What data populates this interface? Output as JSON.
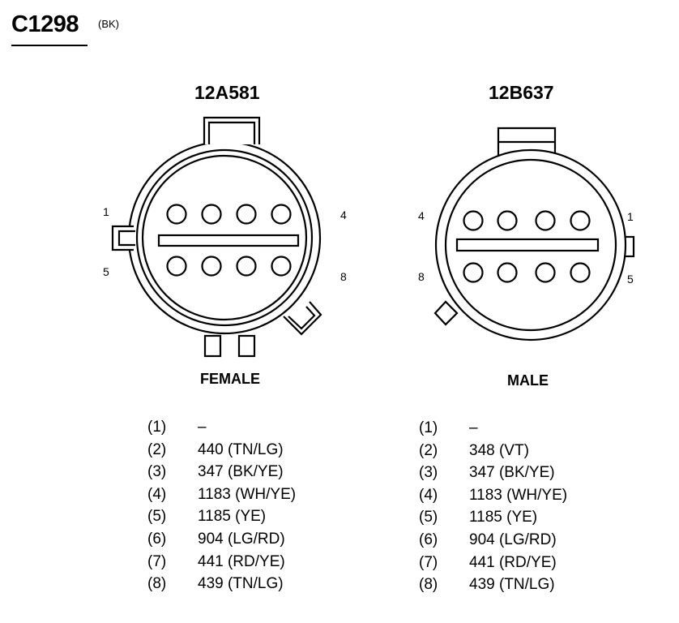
{
  "connector": {
    "id": "C1298",
    "color_code": "(BK)"
  },
  "female": {
    "part_number": "12A581",
    "gender": "FEMALE",
    "pin_labels": {
      "p1": "1",
      "p4": "4",
      "p5": "5",
      "p8": "8"
    },
    "pins": [
      {
        "position": "(1)",
        "wire": "–"
      },
      {
        "position": "(2)",
        "wire": "440 (TN/LG)"
      },
      {
        "position": "(3)",
        "wire": "347 (BK/YE)"
      },
      {
        "position": "(4)",
        "wire": "1183 (WH/YE)"
      },
      {
        "position": "(5)",
        "wire": "1185 (YE)"
      },
      {
        "position": "(6)",
        "wire": "904 (LG/RD)"
      },
      {
        "position": "(7)",
        "wire": "441 (RD/YE)"
      },
      {
        "position": "(8)",
        "wire": "439 (TN/LG)"
      }
    ]
  },
  "male": {
    "part_number": "12B637",
    "gender": "MALE",
    "pin_labels": {
      "p1": "1",
      "p4": "4",
      "p5": "5",
      "p8": "8"
    },
    "pins": [
      {
        "position": "(1)",
        "wire": "–"
      },
      {
        "position": "(2)",
        "wire": "348 (VT)"
      },
      {
        "position": "(3)",
        "wire": "347 (BK/YE)"
      },
      {
        "position": "(4)",
        "wire": "1183 (WH/YE)"
      },
      {
        "position": "(5)",
        "wire": "1185 (YE)"
      },
      {
        "position": "(6)",
        "wire": "904 (LG/RD)"
      },
      {
        "position": "(7)",
        "wire": "441 (RD/YE)"
      },
      {
        "position": "(8)",
        "wire": "439 (TN/LG)"
      }
    ]
  }
}
